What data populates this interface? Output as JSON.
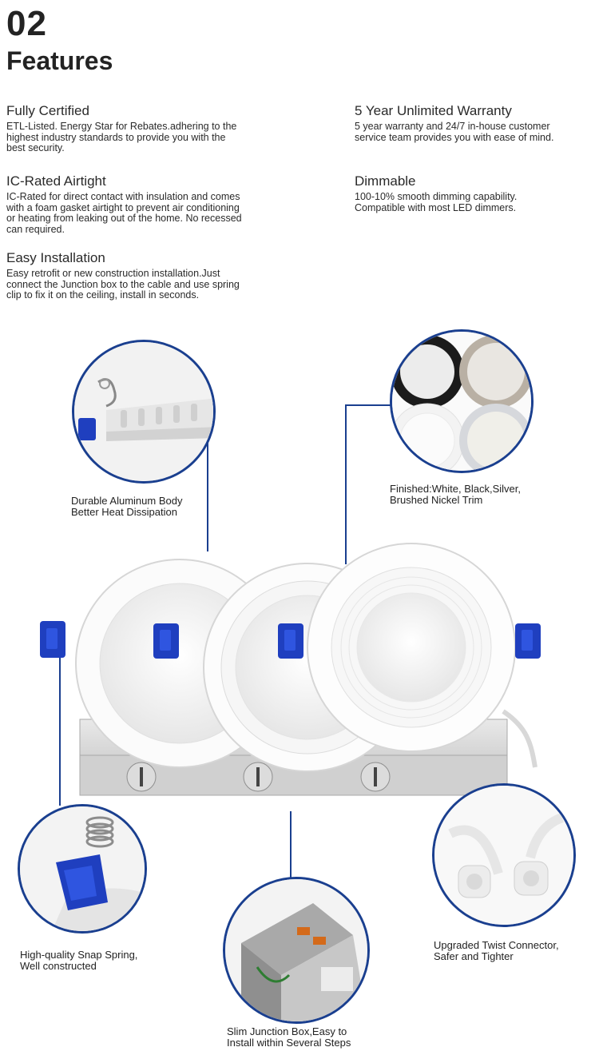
{
  "section": {
    "number": "02",
    "title": "Features"
  },
  "features": [
    {
      "title": "Fully Certified",
      "desc": [
        "ETL-Listed. Energy Star for Rebates.adhering to the",
        "highest industry standards to provide you with the",
        "best security."
      ]
    },
    {
      "title": "5 Year Unlimited Warranty",
      "desc": [
        "5 year warranty and 24/7 in-house customer",
        "service team provides you with ease of mind."
      ]
    },
    {
      "title": "IC-Rated Airtight",
      "desc": [
        "IC-Rated for direct contact with insulation and comes",
        "with a foam gasket airtight to prevent air conditioning",
        "or heating from leaking out of the home. No recessed",
        "can required."
      ]
    },
    {
      "title": "Dimmable",
      "desc": [
        "100-10% smooth dimming capability.",
        "Compatible with most LED dimmers."
      ]
    },
    {
      "title": "Easy Installation",
      "desc": [
        "Easy retrofit or new construction installation.Just",
        "connect the Junction box to the cable and use spring",
        "clip to fix it on the ceiling, install in seconds."
      ]
    }
  ],
  "callouts": {
    "aluminum": [
      "Durable Aluminum Body",
      "Better Heat Dissipation"
    ],
    "finishes": [
      "Finished:White, Black,Silver,",
      "Brushed Nickel Trim"
    ],
    "spring": [
      "High-quality Snap Spring,",
      "Well constructed"
    ],
    "connector": [
      "Upgraded Twist Connector,",
      "Safer and Tighter"
    ],
    "junction": [
      "Slim Junction Box,Easy to",
      "Install within Several Steps"
    ]
  },
  "colors": {
    "accent": "#1a3f8f",
    "clip_blue": "#1f3fbf",
    "text": "#232323"
  }
}
